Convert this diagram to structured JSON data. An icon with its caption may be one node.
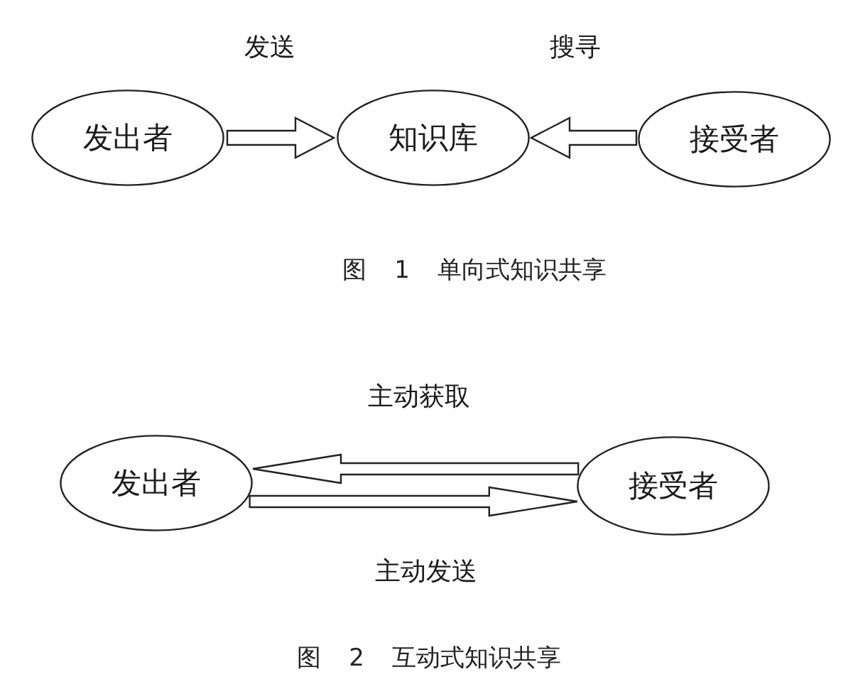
{
  "diagram": {
    "nodes": [
      {
        "text": [
          "发出者"
        ]
      },
      {
        "text": [
          "知识库"
        ]
      },
      {
        "text": [
          "接受者"
        ]
      },
      {
        "text": [
          "发出者"
        ]
      },
      {
        "text": [
          "接受者"
        ]
      }
    ],
    "edges": [
      {
        "from": 0,
        "to": 1,
        "arrow": "to",
        "label": "发送"
      },
      {
        "from": 2,
        "to": 1,
        "arrow": "to",
        "label": "搜寻"
      },
      {
        "from": 4,
        "to": 3,
        "arrow": "to",
        "label": "主动获取"
      },
      {
        "from": 3,
        "to": 4,
        "arrow": "to",
        "label": "主动发送"
      }
    ],
    "labels": [
      "图 1 单向式知识共享",
      "图 2 互动式知识共享"
    ]
  }
}
